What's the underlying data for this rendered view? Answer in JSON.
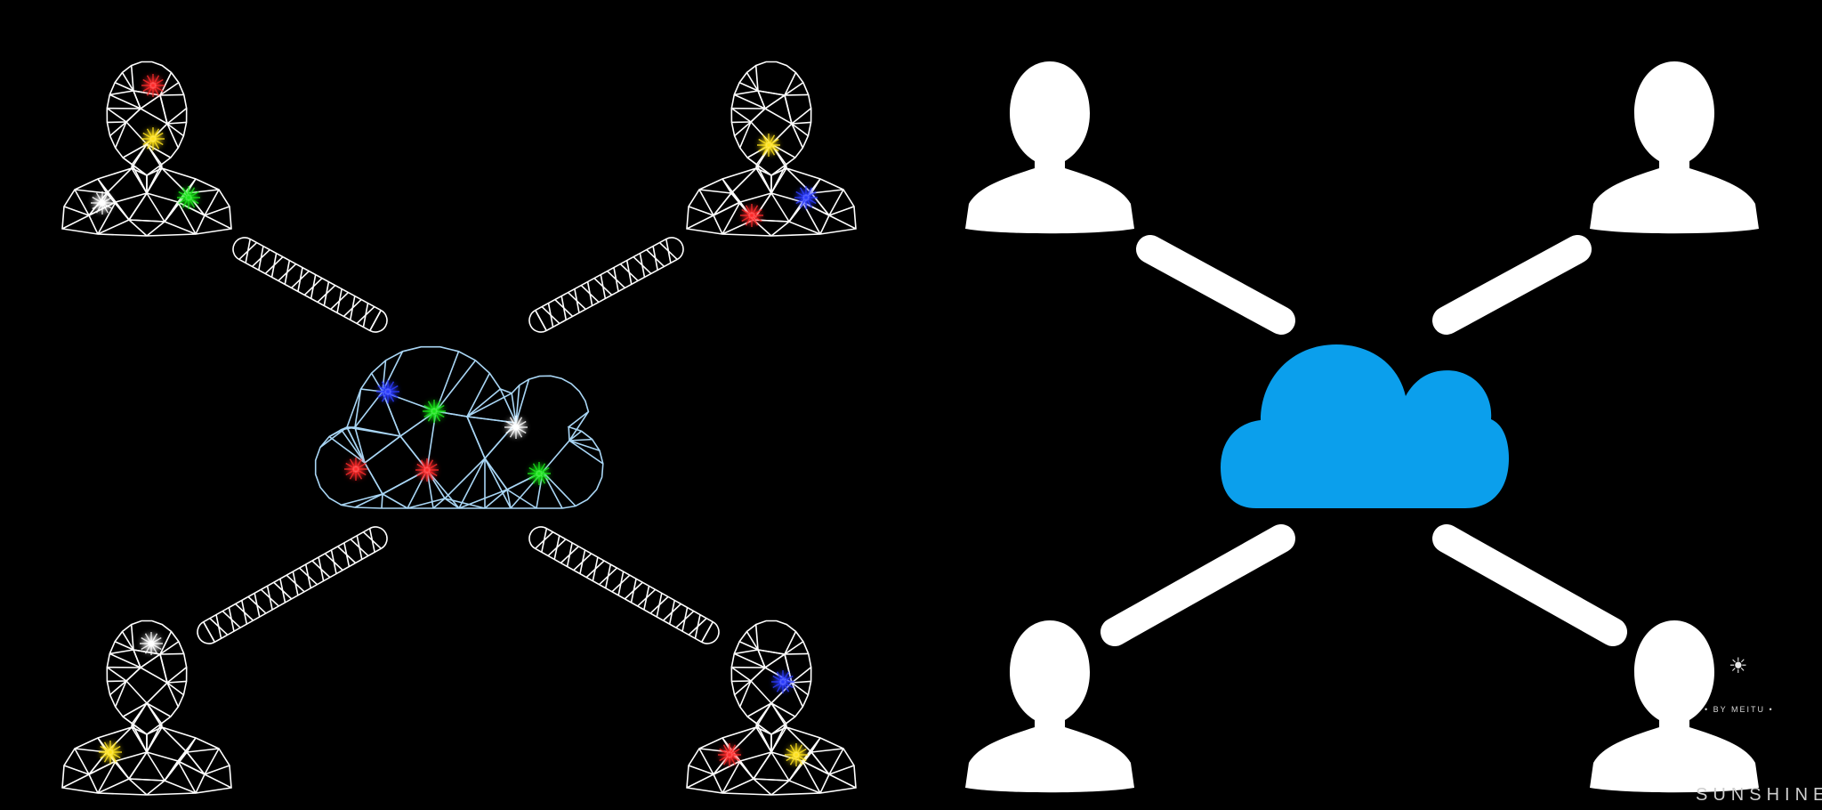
{
  "colors": {
    "background": "#000000",
    "mesh_line": "#ffffff",
    "cloud_mesh_line": "#a9d6f5",
    "cloud_fill": "#0b9fec",
    "glow_red": "#ff2a2a",
    "glow_yellow": "#ffe21a",
    "glow_green": "#19e619",
    "glow_blue": "#2a3bff",
    "glow_white": "#ffffff"
  },
  "left_panel": {
    "style": "mesh-wireframe-with-glowing-points",
    "icon": "cloud-network-icon"
  },
  "right_panel": {
    "style": "solid-flat",
    "icon": "cloud-network-icon"
  },
  "watermark": {
    "sun_glyph": "☀",
    "small_text": "• BY MEITU •",
    "brand": "SUNSHINE"
  }
}
